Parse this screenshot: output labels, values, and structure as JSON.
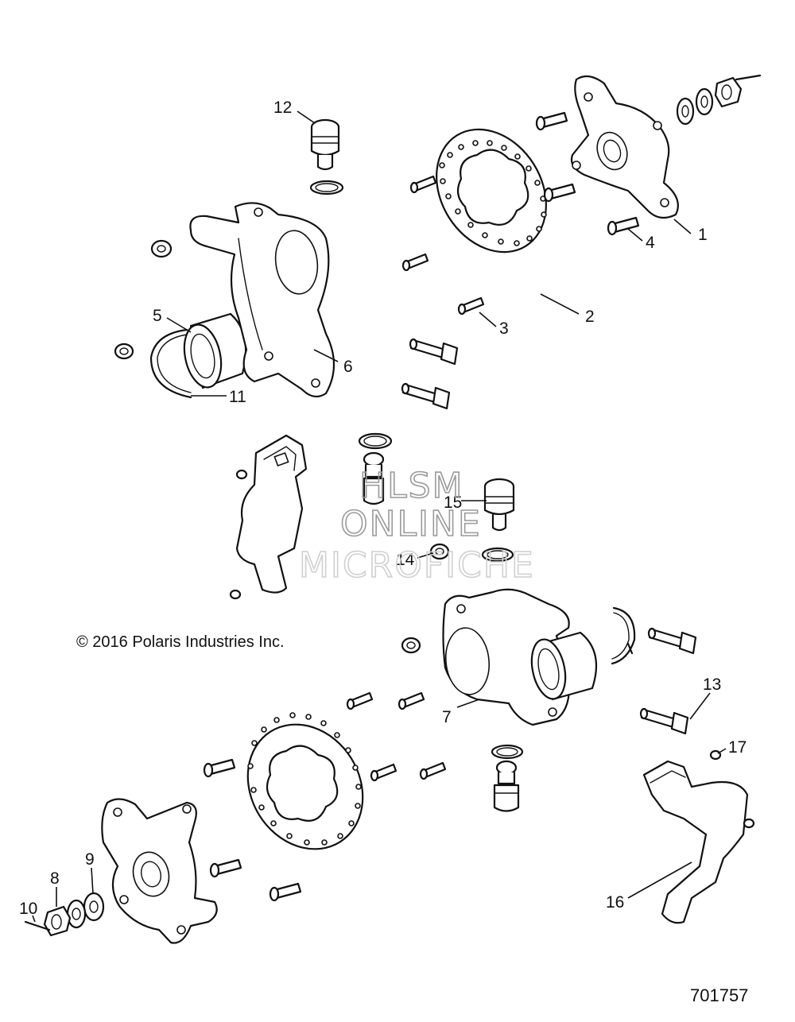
{
  "diagram": {
    "copyright": "© 2016 Polaris Industries Inc.",
    "drawing_number": "701757",
    "watermark": [
      "HLSM",
      "ONLINE",
      "MICROFICHE"
    ],
    "callouts": {
      "c1": "1",
      "c2": "2",
      "c3": "3",
      "c4": "4",
      "c5": "5",
      "c6": "6",
      "c7": "7",
      "c8": "8",
      "c9": "9",
      "c10": "10",
      "c11": "11",
      "c12": "12",
      "c13": "13",
      "c14": "14",
      "c15": "15",
      "c16": "16",
      "c17": "17"
    }
  }
}
